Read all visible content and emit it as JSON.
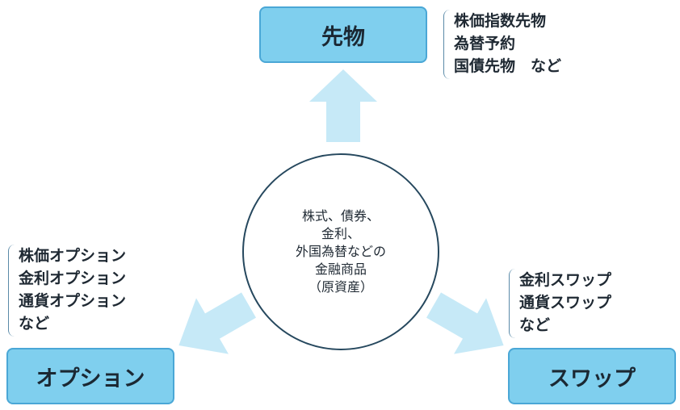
{
  "center": {
    "lines": [
      "株式、債券、",
      "金利、",
      "外国為替などの",
      "金融商品",
      "（原資産）"
    ]
  },
  "futures": {
    "label": "先物",
    "examples": [
      "株価指数先物",
      "為替予約",
      "国債先物　など"
    ]
  },
  "options": {
    "label": "オプション",
    "examples": [
      "株価オプション",
      "金利オプション",
      "通貨オプション",
      "など"
    ]
  },
  "swaps": {
    "label": "スワップ",
    "examples": [
      "金利スワップ",
      "通貨スワップ",
      "など"
    ]
  },
  "colors": {
    "box_fill": "#7fcfee",
    "box_border": "#4aa7d6",
    "arrow_fill": "#c6e9f7",
    "circle_border": "#26485e"
  }
}
